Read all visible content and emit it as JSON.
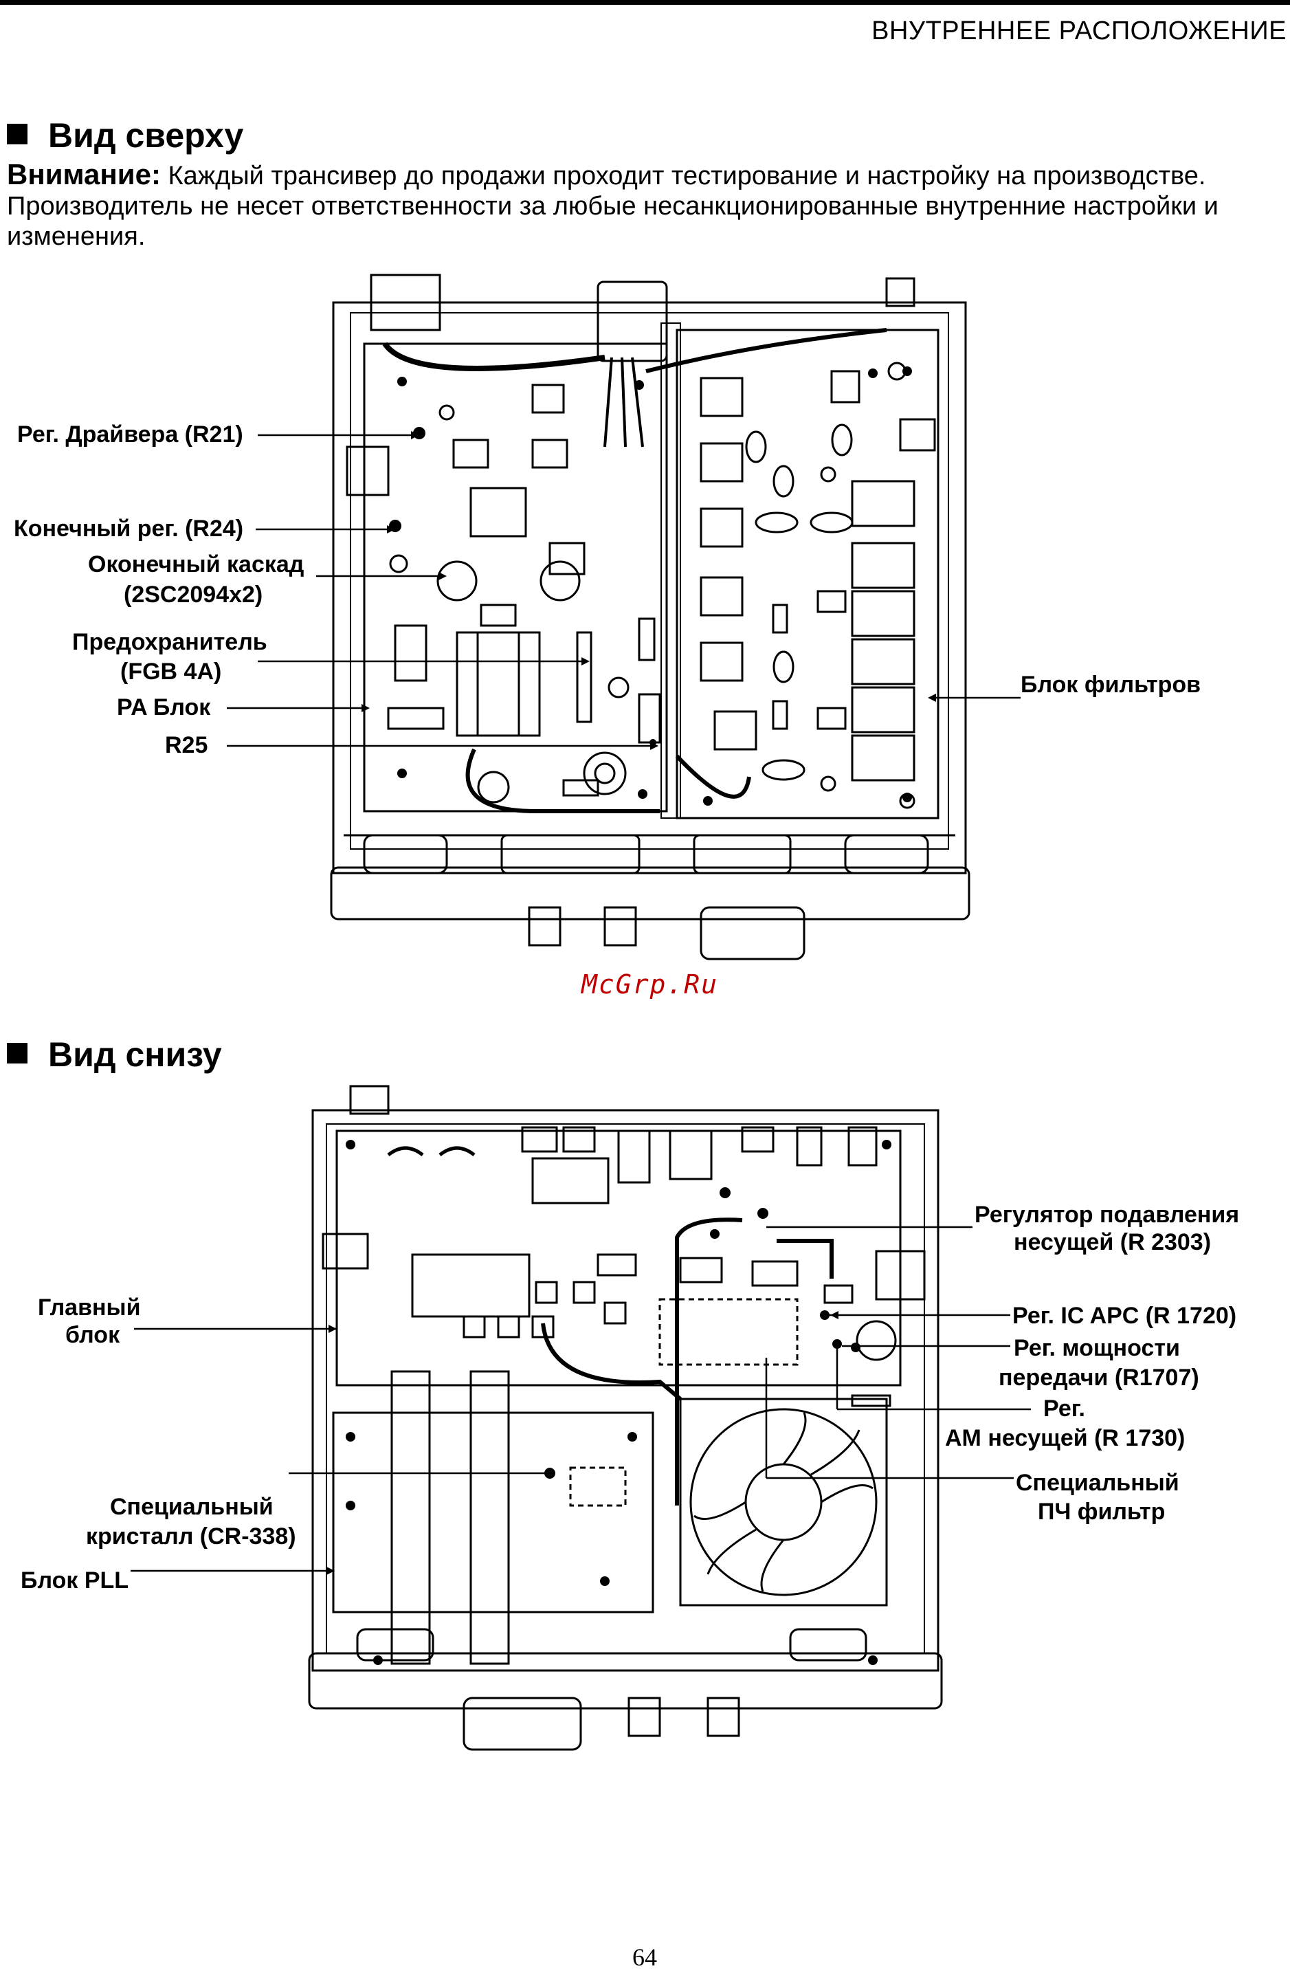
{
  "header": {
    "title": "ВНУТРЕННЕЕ РАСПОЛОЖЕНИЕ"
  },
  "top_section": {
    "title": "Вид сверху",
    "notice_label": "Внимание:",
    "notice_text": " Каждый трансивер до продажи проходит тестирование и настройку на производстве. Производитель не несет ответственности за любые несанкционированные внутренние настройки и изменения."
  },
  "top_labels": {
    "driver_reg": "Рег. Драйвера (R21)",
    "final_reg": "Конечный рег. (R24)",
    "final_stage_1": "Оконечный каскад",
    "final_stage_2": "(2SC2094x2)",
    "fuse_1": "Предохранитель",
    "fuse_2": "(FGB 4A)",
    "pa_unit": "PA Блок",
    "r25": "R25",
    "filter_unit": "Блок фильтров"
  },
  "watermark": "McGrp.Ru",
  "bottom_section": {
    "title": "Вид снизу"
  },
  "bottom_labels": {
    "main_1": "Главный",
    "main_2": "блок",
    "special_xtal_1": "Специальный",
    "special_xtal_2": "кристалл (CR-338)",
    "pll": "Блок PLL",
    "carrier_supp_1": "Регулятор подавления",
    "carrier_supp_2": "несущей (R 2303)",
    "ic_apc": "Рег. IC APC (R 1720)",
    "tx_power_1": "Рег. мощности",
    "tx_power_2": "передачи (R1707)",
    "am_carrier_1": "Рег.",
    "am_carrier_2": "AM несущей (R 1730)",
    "if_filter_1": "Специальный",
    "if_filter_2": "ПЧ фильтр"
  },
  "page_number": "64"
}
